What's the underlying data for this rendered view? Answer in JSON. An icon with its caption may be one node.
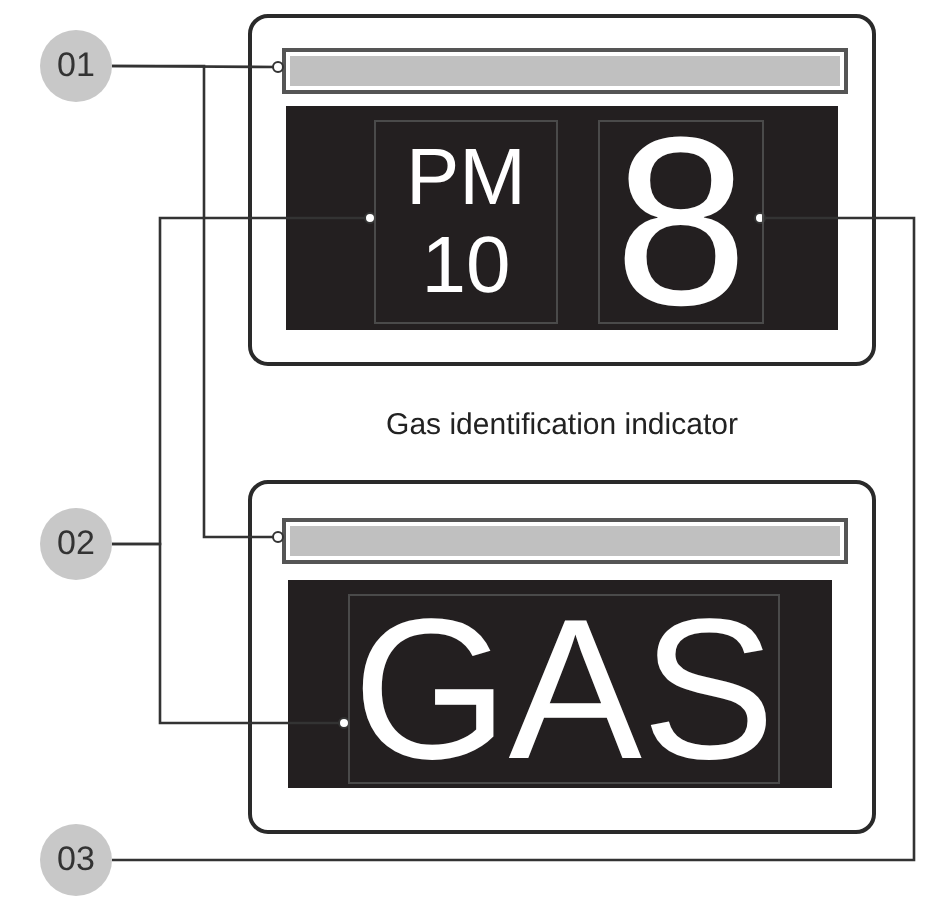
{
  "diagram": {
    "nodes": [
      {
        "text": [],
        "shape": "box"
      },
      {
        "text": [],
        "shape": "bar",
        "in": 0
      },
      {
        "text": [
          "PM 10"
        ],
        "in": 0
      },
      {
        "text": [
          "8"
        ],
        "in": 0
      },
      {
        "text": [],
        "shape": "box"
      },
      {
        "text": [],
        "shape": "bar",
        "in": 4
      },
      {
        "text": [
          "GAS"
        ],
        "in": 4
      },
      {
        "text": [
          "01"
        ]
      },
      {
        "text": [
          "02"
        ]
      },
      {
        "text": [
          "03"
        ]
      }
    ],
    "edges": [
      {
        "from": 7,
        "to": 1,
        "arrow": "other"
      },
      {
        "from": 7,
        "to": 5,
        "arrow": "other"
      },
      {
        "from": 8,
        "to": 2,
        "arrow": "other"
      },
      {
        "from": 8,
        "to": 6,
        "arrow": "other"
      },
      {
        "from": 9,
        "to": 3,
        "arrow": "other"
      }
    ],
    "labels": [
      "Gas identification indicator"
    ]
  }
}
